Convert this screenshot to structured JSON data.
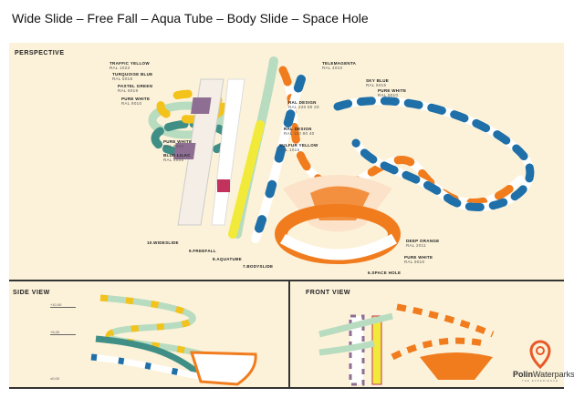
{
  "title": "Wide Slide – Free Fall – Aqua Tube – Body Slide – Space Hole",
  "perspective": {
    "heading": "PERSPECTIVE",
    "colors": [
      {
        "name": "TRAFFIC YELLOW",
        "code": "RAL 1023"
      },
      {
        "name": "TURQUOISE BLUE",
        "code": "RAL 5018"
      },
      {
        "name": "PASTEL GREEN",
        "code": "RAL 6019"
      },
      {
        "name": "PURE WHITE",
        "code": "RAL 9010"
      },
      {
        "name": "PURE WHITE",
        "code": "RAL 9010"
      },
      {
        "name": "BLUE LILAC",
        "code": "RAL 4005"
      },
      {
        "name": "TELEMAGENTA",
        "code": "RAL 4010"
      },
      {
        "name": "SKY BLUE",
        "code": "RAL 5015"
      },
      {
        "name": "PURE WHITE",
        "code": "RAL 9010"
      },
      {
        "name": "RAL DESIGN",
        "code": "RAL 220 80 20"
      },
      {
        "name": "RAL DESIGN",
        "code": "RAL 110 80 40"
      },
      {
        "name": "SULFUR YELLOW",
        "code": "RAL 1016"
      },
      {
        "name": "DEEP ORANGE",
        "code": "RAL 2011"
      },
      {
        "name": "PURE WHITE",
        "code": "RAL 9010"
      }
    ],
    "slides": [
      "10.WIDESLIDE",
      "9.FREEFALL",
      "8.AQUATUBE",
      "7.BODYSLIDE",
      "6.SPACE HOLE"
    ]
  },
  "side_view": {
    "heading": "SIDE VIEW",
    "levels": [
      "+10.00",
      "+6.00",
      "±0.00"
    ]
  },
  "front_view": {
    "heading": "FRONT VIEW"
  },
  "logo": {
    "brand_bold": "Polin",
    "brand": "Waterparks",
    "tagline": "THE EXPERIENCE"
  },
  "palette": {
    "orange": "#f07c1e",
    "teal": "#3f8f86",
    "yellow": "#f3c21b",
    "green": "#b8dcc0",
    "lilac": "#8e6f93",
    "blue": "#1f6fa8",
    "magenta": "#c2325c",
    "cream": "#fcf2d9"
  }
}
